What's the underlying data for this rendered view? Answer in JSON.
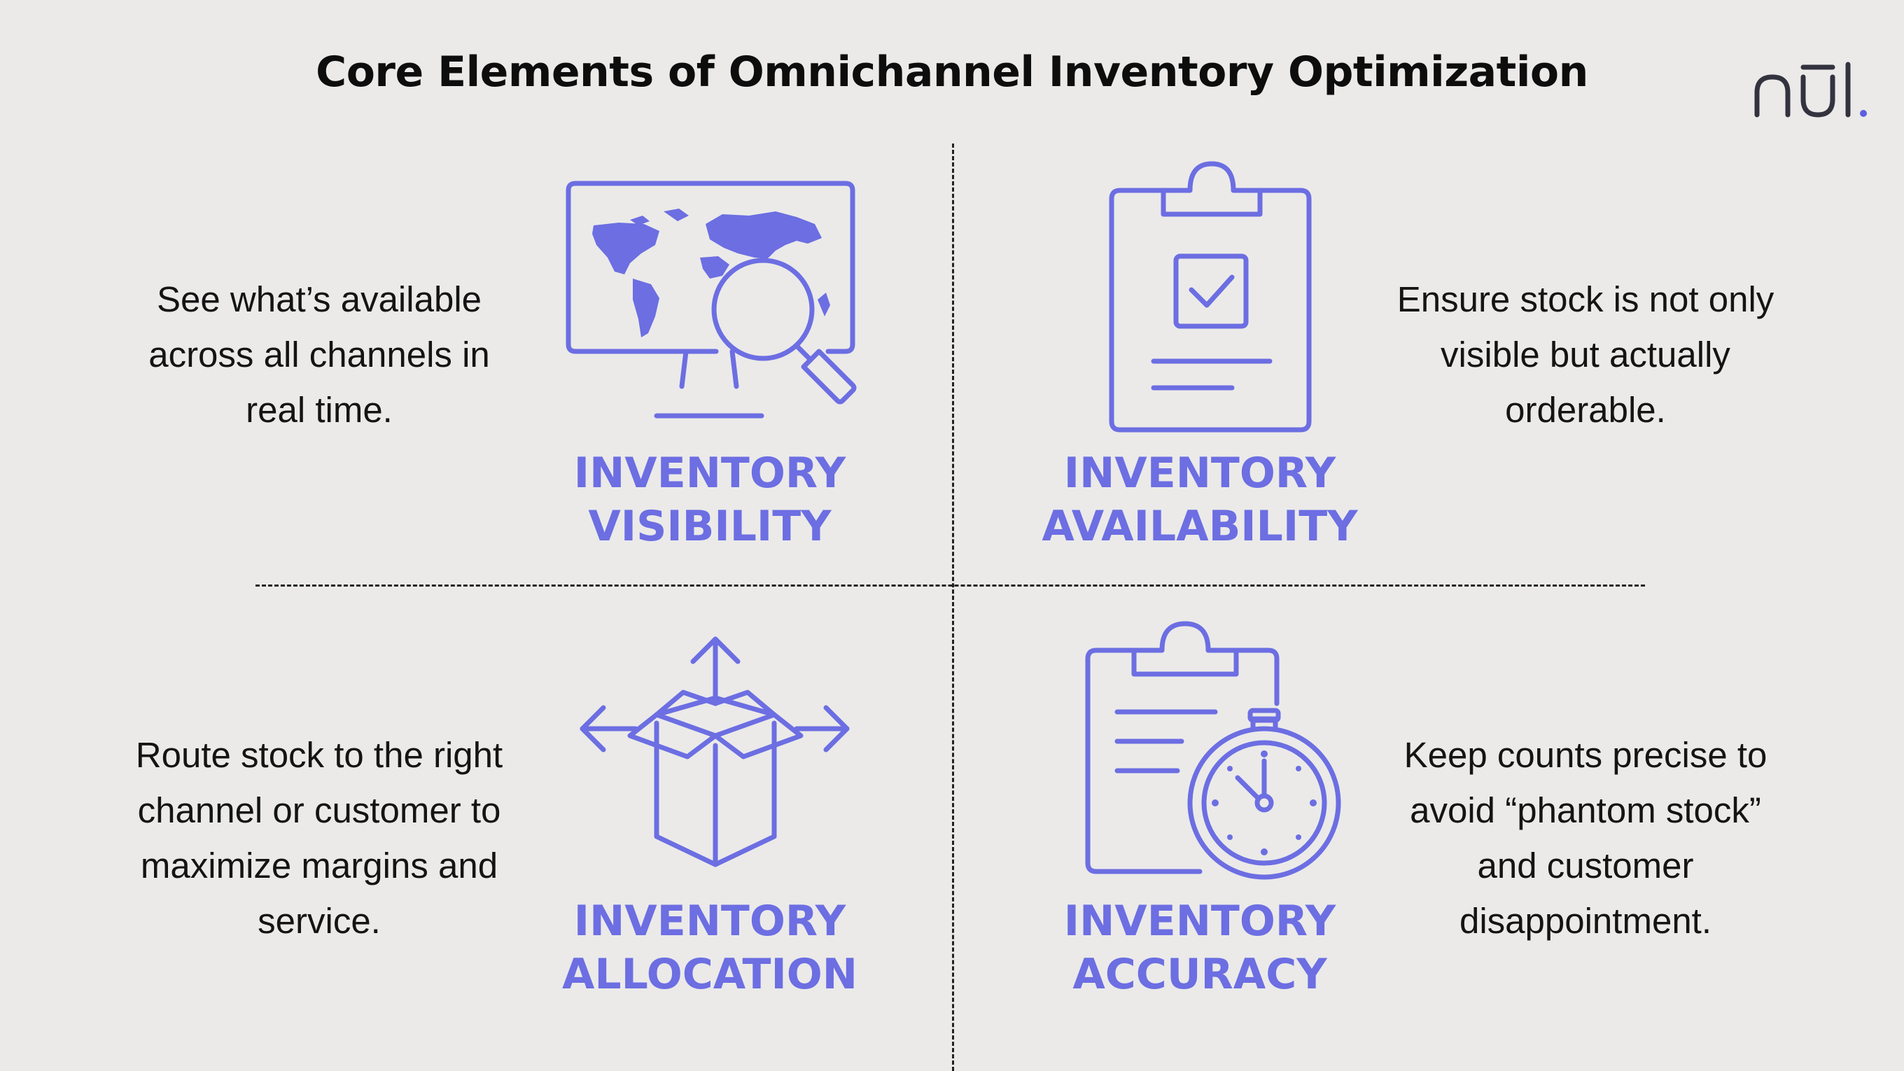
{
  "title": "Core Elements of Omnichannel Inventory Optimization",
  "brand": {
    "logo_text": "nūl",
    "accent_color": "#5b5fe0",
    "logo_color": "#33333f"
  },
  "colors": {
    "background": "#ebeae9",
    "icon": "#6c6ee2",
    "text": "#141414",
    "divider": "#222222"
  },
  "quadrants": [
    {
      "label_line1": "INVENTORY",
      "label_line2": "VISIBILITY",
      "description": "See what’s available across all channels in real time.",
      "icon": "monitor-world-map-magnifier-icon"
    },
    {
      "label_line1": "INVENTORY",
      "label_line2": "AVAILABILITY",
      "description": "Ensure stock is not only visible but actually orderable.",
      "icon": "clipboard-checkbox-icon"
    },
    {
      "label_line1": "INVENTORY",
      "label_line2": "ALLOCATION",
      "description": "Route stock to the right channel or customer to maximize margins and service.",
      "icon": "open-box-arrows-icon"
    },
    {
      "label_line1": "INVENTORY",
      "label_line2": "ACCURACY",
      "description": "Keep counts precise to avoid “phantom stock” and customer disappointment.",
      "icon": "clipboard-stopwatch-icon"
    }
  ]
}
